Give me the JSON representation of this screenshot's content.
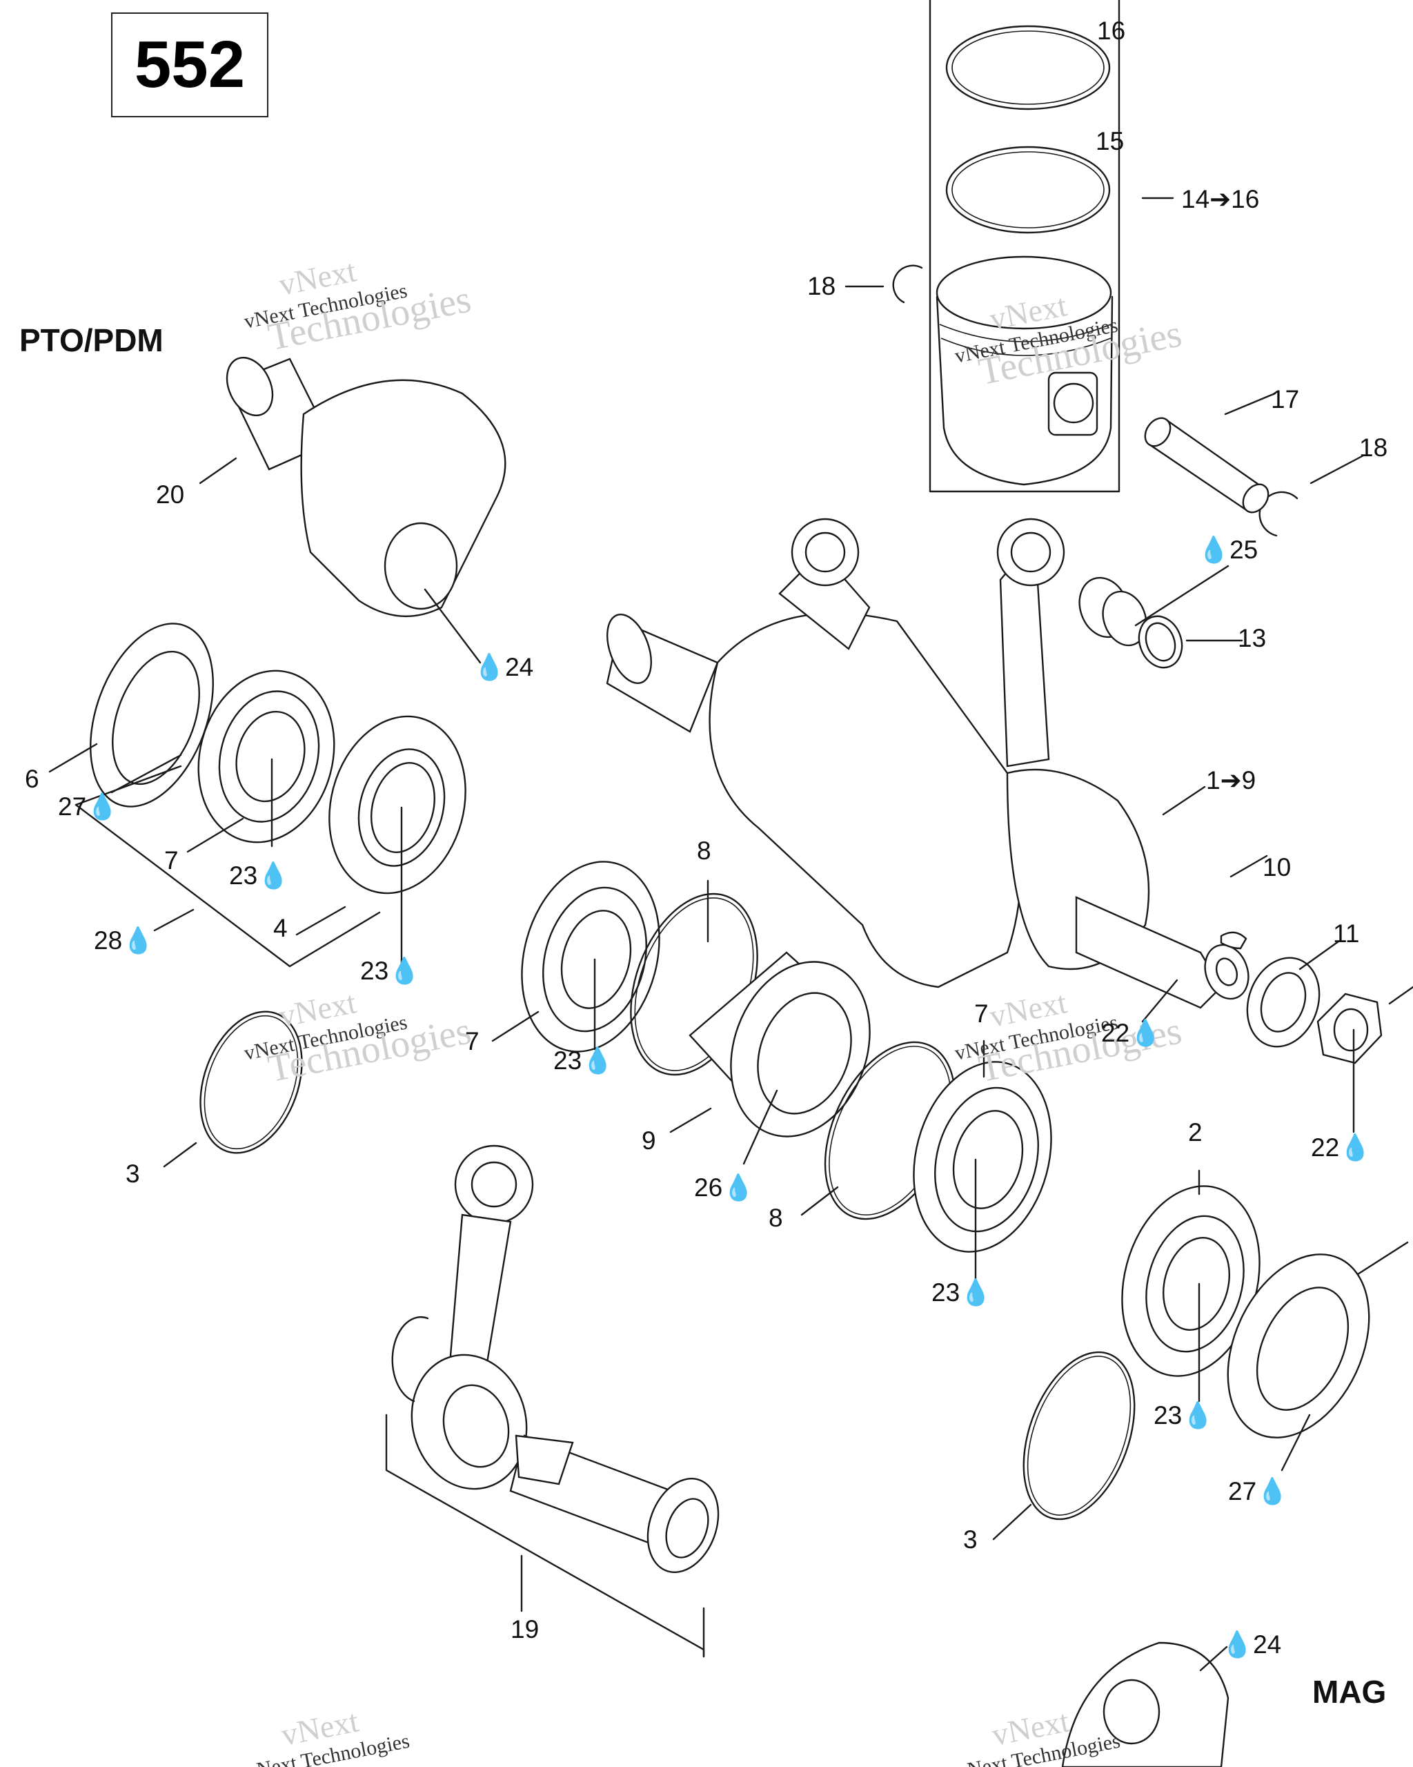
{
  "diagram_number": "552",
  "side_labels": {
    "pto": "PTO/PDM",
    "mag": "MAG"
  },
  "watermark": {
    "line1": "vNext",
    "line2": "vNext Technologies",
    "line3": "Technologies"
  },
  "callouts": [
    {
      "id": "16",
      "text": "16"
    },
    {
      "id": "15",
      "text": "15"
    },
    {
      "id": "14-16",
      "text": "14➔16"
    },
    {
      "id": "18a",
      "text": "18"
    },
    {
      "id": "17",
      "text": "17"
    },
    {
      "id": "18b",
      "text": "18"
    },
    {
      "id": "20",
      "text": "20"
    },
    {
      "id": "25",
      "text": "💧25"
    },
    {
      "id": "13",
      "text": "13"
    },
    {
      "id": "24a",
      "text": "💧24"
    },
    {
      "id": "6",
      "text": "6"
    },
    {
      "id": "27a",
      "text": "27💧"
    },
    {
      "id": "1-9",
      "text": "1➔9"
    },
    {
      "id": "7a",
      "text": "7"
    },
    {
      "id": "23a",
      "text": "23💧"
    },
    {
      "id": "8a",
      "text": "8"
    },
    {
      "id": "10",
      "text": "10"
    },
    {
      "id": "28",
      "text": "28💧"
    },
    {
      "id": "4",
      "text": "4"
    },
    {
      "id": "11",
      "text": "11"
    },
    {
      "id": "23b",
      "text": "23💧"
    },
    {
      "id": "7b",
      "text": "7"
    },
    {
      "id": "23c",
      "text": "23💧"
    },
    {
      "id": "22a",
      "text": "22💧"
    },
    {
      "id": "7c",
      "text": "7"
    },
    {
      "id": "9",
      "text": "9"
    },
    {
      "id": "26",
      "text": "26💧"
    },
    {
      "id": "2",
      "text": "2"
    },
    {
      "id": "3a",
      "text": "3"
    },
    {
      "id": "22b",
      "text": "22💧"
    },
    {
      "id": "8b",
      "text": "8"
    },
    {
      "id": "23d",
      "text": "23💧"
    },
    {
      "id": "23e",
      "text": "23💧"
    },
    {
      "id": "27b",
      "text": "27💧"
    },
    {
      "id": "3b",
      "text": "3"
    },
    {
      "id": "19",
      "text": "19"
    },
    {
      "id": "24b",
      "text": "💧24"
    }
  ]
}
